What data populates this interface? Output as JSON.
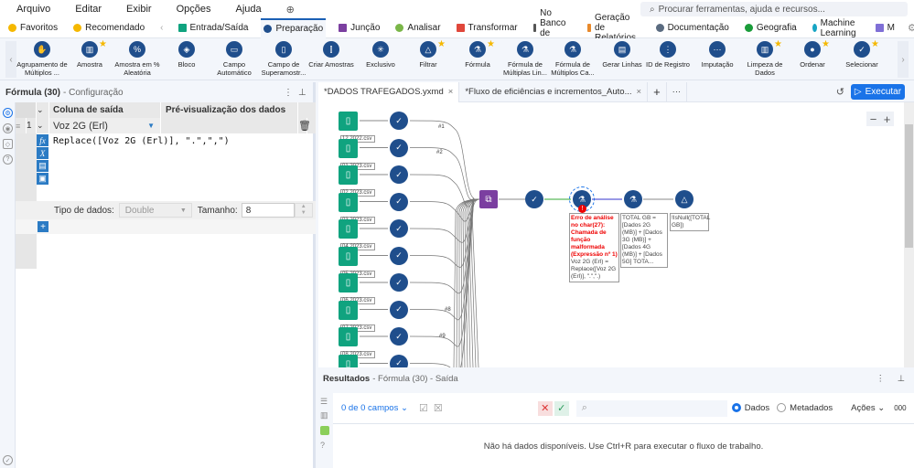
{
  "menu": {
    "items": [
      "Arquivo",
      "Editar",
      "Exibir",
      "Opções",
      "Ajuda"
    ],
    "search_placeholder": "Procurar ferramentas, ajuda e recursos..."
  },
  "categories": [
    {
      "label": "Favoritos",
      "color": "#f5b800"
    },
    {
      "label": "Recomendado",
      "color": "#f5b800"
    },
    {
      "label": "Entrada/Saída",
      "color": "#10a37f"
    },
    {
      "label": "Preparação",
      "color": "#1f4e8c",
      "active": true
    },
    {
      "label": "Junção",
      "color": "#7b3fa0"
    },
    {
      "label": "Analisar",
      "color": "#7ab648"
    },
    {
      "label": "Transformar",
      "color": "#e0473b"
    },
    {
      "label": "No Banco de Dados",
      "color": "#555555"
    },
    {
      "label": "Geração de Relatórios",
      "color": "#e8892b"
    },
    {
      "label": "Documentação",
      "color": "#5a6b80"
    },
    {
      "label": "Geografia",
      "color": "#1a9c3a"
    },
    {
      "label": "Machine Learning",
      "color": "#17a5c4"
    },
    {
      "label": "M",
      "color": "#7f6fd6"
    }
  ],
  "tools": [
    {
      "label": "Agrupamento de Múltiplos ...",
      "starred": false
    },
    {
      "label": "Amostra",
      "starred": true
    },
    {
      "label": "Amostra em % Aleatória",
      "starred": false
    },
    {
      "label": "Bloco",
      "starred": false
    },
    {
      "label": "Campo Automático",
      "starred": false
    },
    {
      "label": "Campo de Superamostr...",
      "starred": false
    },
    {
      "label": "Criar Amostras",
      "starred": false
    },
    {
      "label": "Exclusivo",
      "starred": false
    },
    {
      "label": "Filtrar",
      "starred": true
    },
    {
      "label": "Fórmula",
      "starred": true
    },
    {
      "label": "Fórmula de Múltiplas Lin...",
      "starred": false
    },
    {
      "label": "Fórmula de Múltiplos Ca...",
      "starred": false
    },
    {
      "label": "Gerar Linhas",
      "starred": false
    },
    {
      "label": "ID de Registro",
      "starred": false
    },
    {
      "label": "Imputação",
      "starred": false
    },
    {
      "label": "Limpeza de Dados",
      "starred": true
    },
    {
      "label": "Ordenar",
      "starred": true
    },
    {
      "label": "Selecionar",
      "starred": true
    }
  ],
  "config": {
    "title": "Fórmula (30)",
    "subtitle": "- Configuração",
    "col_output": "Coluna de saída",
    "col_preview": "Pré-visualização dos dados",
    "row_num": "1",
    "row_field": "Voz 2G (Erl)",
    "expression": "Replace([Voz 2G (Erl)], \".\",\",\")",
    "dtype_label": "Tipo de dados:",
    "dtype_value": "Double",
    "size_label": "Tamanho:",
    "size_value": "8"
  },
  "canvas": {
    "tabs": [
      {
        "label": "*DADOS TRAFEGADOS.yxmd",
        "active": true
      },
      {
        "label": "*Fluxo de eficiências e incrementos_Auto...",
        "active": false
      }
    ],
    "run_label": "Executar",
    "files": [
      "12.2022.csv",
      "01.2023.csv",
      "02.2023.csv",
      "03.2023.csv",
      "04.2023.csv",
      "05.2023.csv",
      "06.2023.csv",
      "07.2023.csv",
      "08.2023.csv"
    ],
    "conn_labels": [
      "#1",
      "#2",
      "#8",
      "#9"
    ],
    "error_annotation": {
      "error": "Erro de análise no char(27): Chamada de função malformada (Expressão nº 1)",
      "text": "Voz 2G (Erl) = Replace([Voz 2G (Erl)], \".\",\".)"
    },
    "formula2_annotation": "TOTAL GB = [Dados 2G (MB)] + [Dados 3G (MB)] + [Dados 4G (MB)] + [Dados 5G] TOTA...",
    "filter_annotation": "!IsNull([TOTAL GB])"
  },
  "results": {
    "title": "Resultados",
    "subtitle": "- Fórmula (30) - Saída",
    "fields": "0 de 0 campos",
    "opt_data": "Dados",
    "opt_meta": "Metadados",
    "actions": "Ações",
    "more": "000",
    "empty": "Não há dados disponíveis. Use Ctrl+R para executar o fluxo de trabalho."
  }
}
